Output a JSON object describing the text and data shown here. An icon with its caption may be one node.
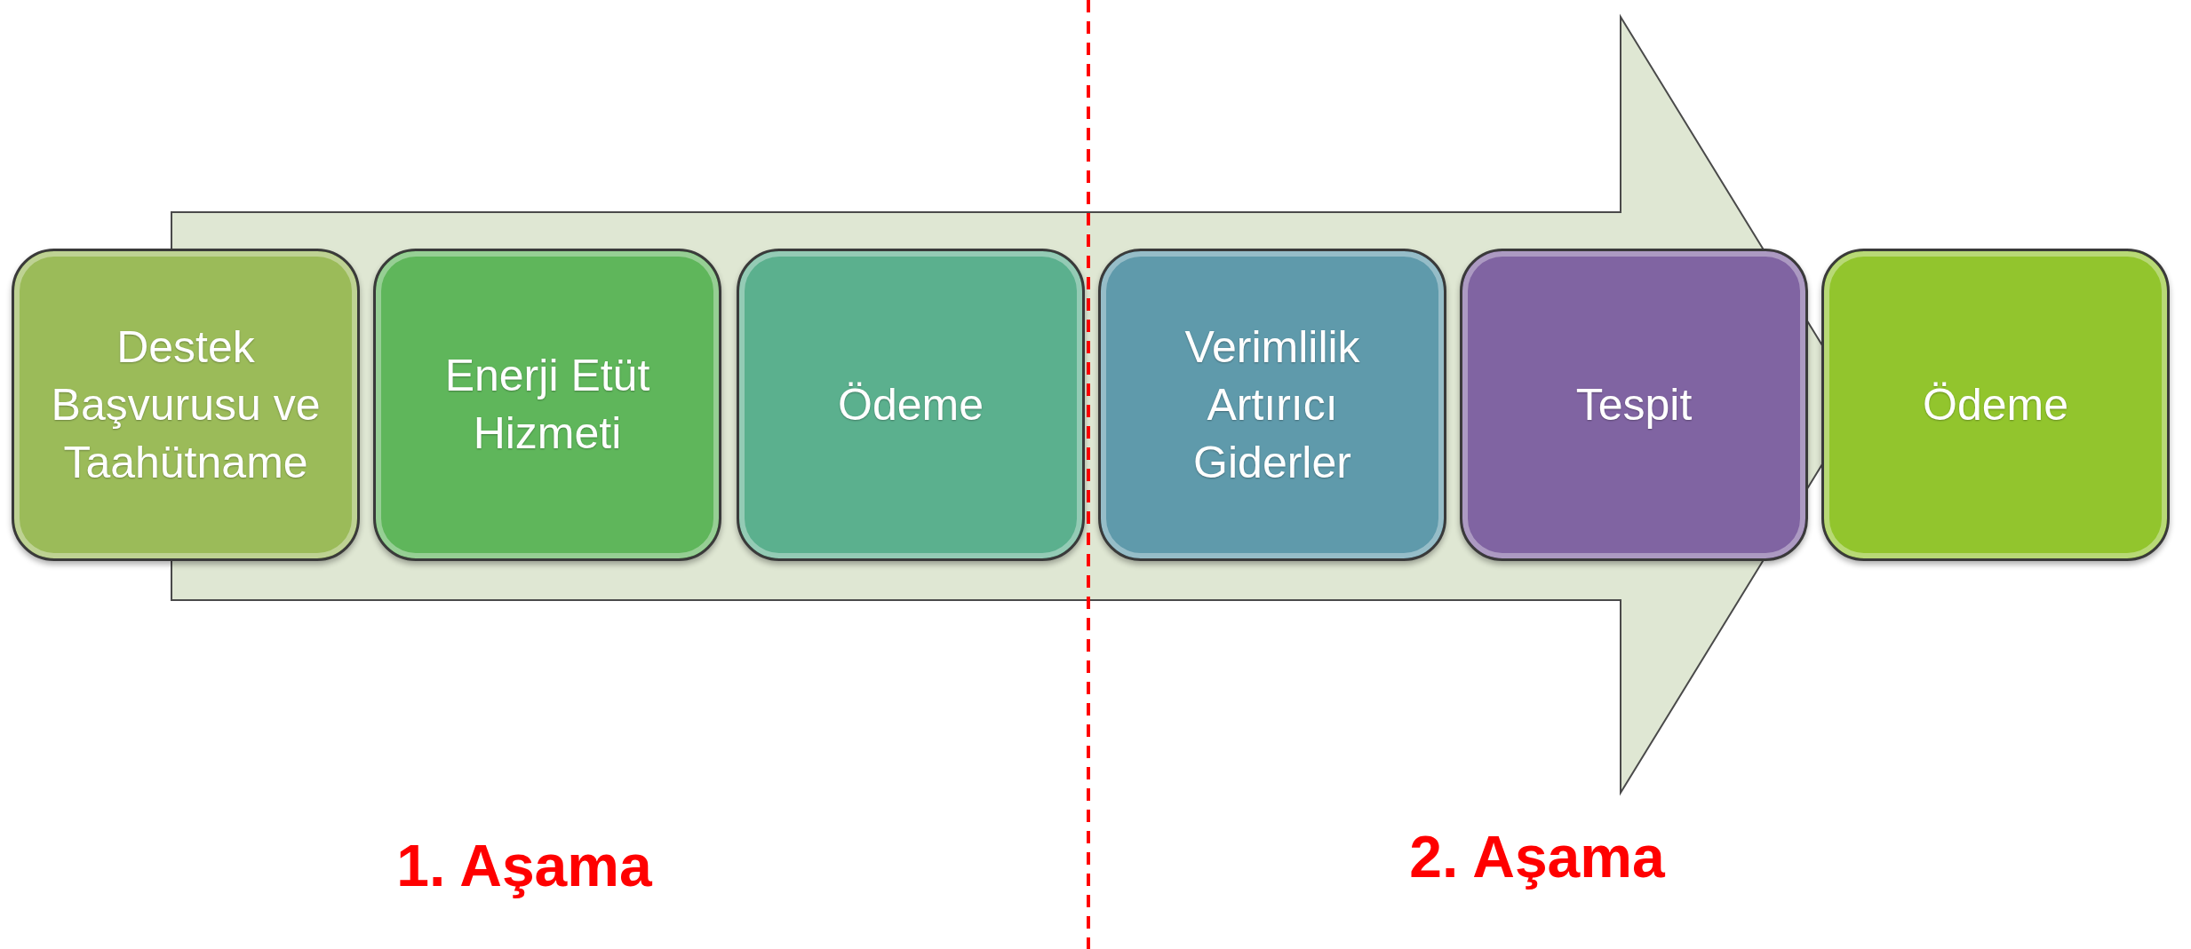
{
  "diagram": {
    "nodes": [
      {
        "text": [
          "Destek Başvurusu ve Taahütname"
        ]
      },
      {
        "text": [
          "Enerji Etüt Hizmeti"
        ]
      },
      {
        "text": [
          "Ödeme"
        ]
      },
      {
        "text": [
          "Verimlilik Artırıcı Giderler"
        ]
      },
      {
        "text": [
          "Tespit"
        ]
      },
      {
        "text": [
          "Ödeme"
        ]
      }
    ],
    "labels": [
      "1. Aşama",
      "2. Aşama"
    ]
  }
}
